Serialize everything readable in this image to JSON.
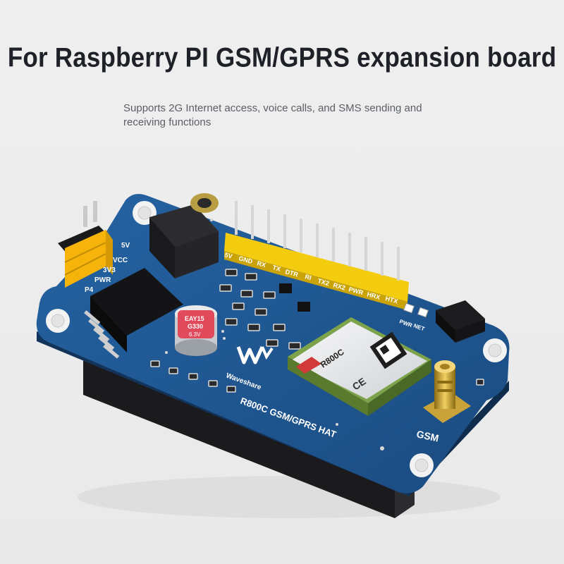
{
  "headline": "For Raspberry PI GSM/GPRS expansion board",
  "subline": "Supports 2G Internet access, voice calls, and SMS sending and receiving functions",
  "board": {
    "name": "R800C GSM/GPRS HAT",
    "brand": "Waveshare",
    "antenna_label": "GSM",
    "pin_labels": [
      "5V",
      "GND",
      "RX",
      "TX",
      "DTR",
      "RI",
      "TX2",
      "RX2",
      "PWR",
      "HRX",
      "HTX"
    ],
    "jumper_labels": [
      "5V",
      "VCC",
      "3V3",
      "PWR",
      "P4"
    ],
    "led_labels": [
      "PWR",
      "NET"
    ],
    "module_label": "R800C",
    "capacitor_text": [
      "EAY15",
      "G330",
      "6.3V"
    ]
  },
  "colors": {
    "pcb": "#1c4f86",
    "pcb_edge": "#12345b",
    "header": "#f3cc0f",
    "jumper": "#f6b40a"
  }
}
